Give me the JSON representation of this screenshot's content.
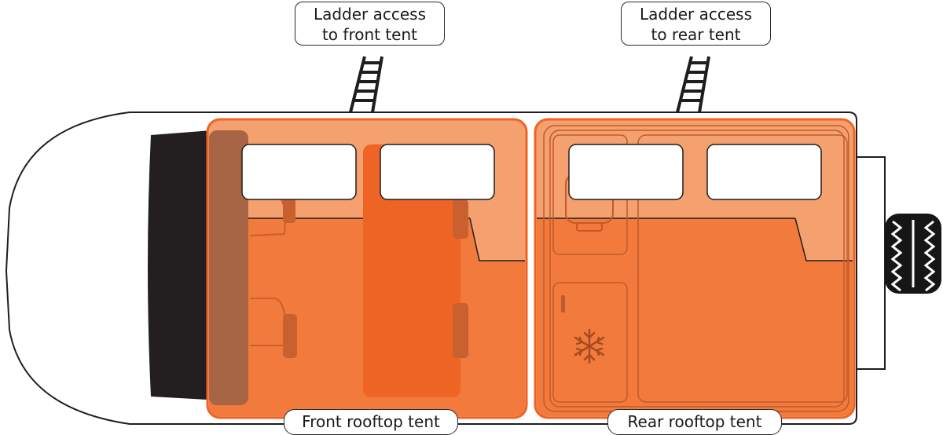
{
  "callouts": {
    "front_ladder": {
      "line1": "Ladder access",
      "line2": "to front tent"
    },
    "rear_ladder": {
      "line1": "Ladder access",
      "line2": "to rear tent"
    }
  },
  "labels": {
    "front_tent": "Front rooftop tent",
    "rear_tent": "Rear rooftop tent"
  },
  "colors": {
    "tent_light": "#f5a06f",
    "tent_main": "#f27a3c",
    "tent_dark": "#ee6424",
    "outline": "#1e1e1e",
    "windshield": "#231f20",
    "snowflake": "#a64a24"
  },
  "icons": [
    "ladder-icon",
    "snowflake-icon",
    "spare-tire-icon"
  ]
}
